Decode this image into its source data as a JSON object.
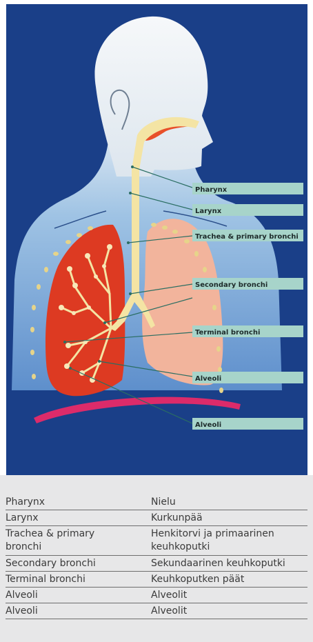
{
  "diagram": {
    "labels": [
      "Pharynx",
      "Larynx",
      "Trachea & primary bronchi",
      "Secondary bronchi",
      "Terminal bronchi",
      "Alveoli",
      "Alveoli"
    ],
    "colors": {
      "background": "#1a3f88",
      "lung_left": "#dd3a22",
      "lung_right": "#f2b49c",
      "airway": "#f4e4a4",
      "diaphragm": "#dc2b6a",
      "label_box": "#a7d4ca",
      "head": "#f2f4f6"
    }
  },
  "table": {
    "rows": [
      {
        "en": "Pharynx",
        "fi": "Nielu"
      },
      {
        "en": "Larynx",
        "fi": "Kurkunpää"
      },
      {
        "en": "Trachea & primary bronchi",
        "fi": "Henkitorvi ja primaarinen keuhkoputki"
      },
      {
        "en": "Secondary bronchi",
        "fi": "Sekundaarinen keuhkoputki"
      },
      {
        "en": "Terminal bronchi",
        "fi": "Keuhkoputken päät"
      },
      {
        "en": "Alveoli",
        "fi": "Alveolit"
      },
      {
        "en": "Alveoli",
        "fi": "Alveolit"
      }
    ]
  }
}
